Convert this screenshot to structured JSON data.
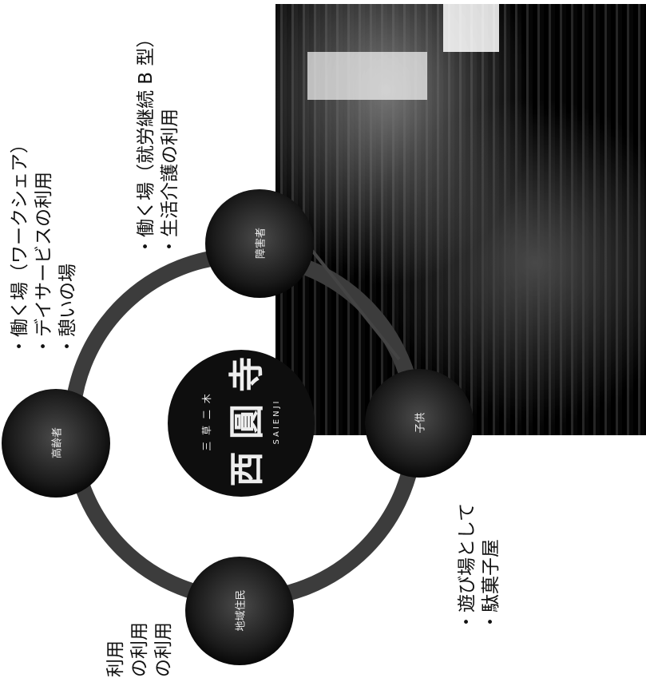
{
  "center": {
    "top_small": "三 草 二 木",
    "main": "西 圓 寺",
    "roman": "SAIENJI"
  },
  "nodes": {
    "top": "障害者",
    "left": "高齢者",
    "right": "子供",
    "bottom": "地域住民"
  },
  "notes": {
    "elderly": [
      "・働く場（ワークシェア）",
      "・デイサービスの利用",
      "・憩いの場"
    ],
    "disabled": [
      "・働く場（就労継続 B 型）",
      "・生活介護の利用"
    ],
    "children": [
      "・遊び場として",
      "・駄菓子屋"
    ],
    "residents": [
      "利用",
      "の利用",
      "の利用"
    ]
  },
  "colors": {
    "ring": "#3a3a3a",
    "node": "#1b1b1b",
    "center": "#0d0d0d"
  }
}
